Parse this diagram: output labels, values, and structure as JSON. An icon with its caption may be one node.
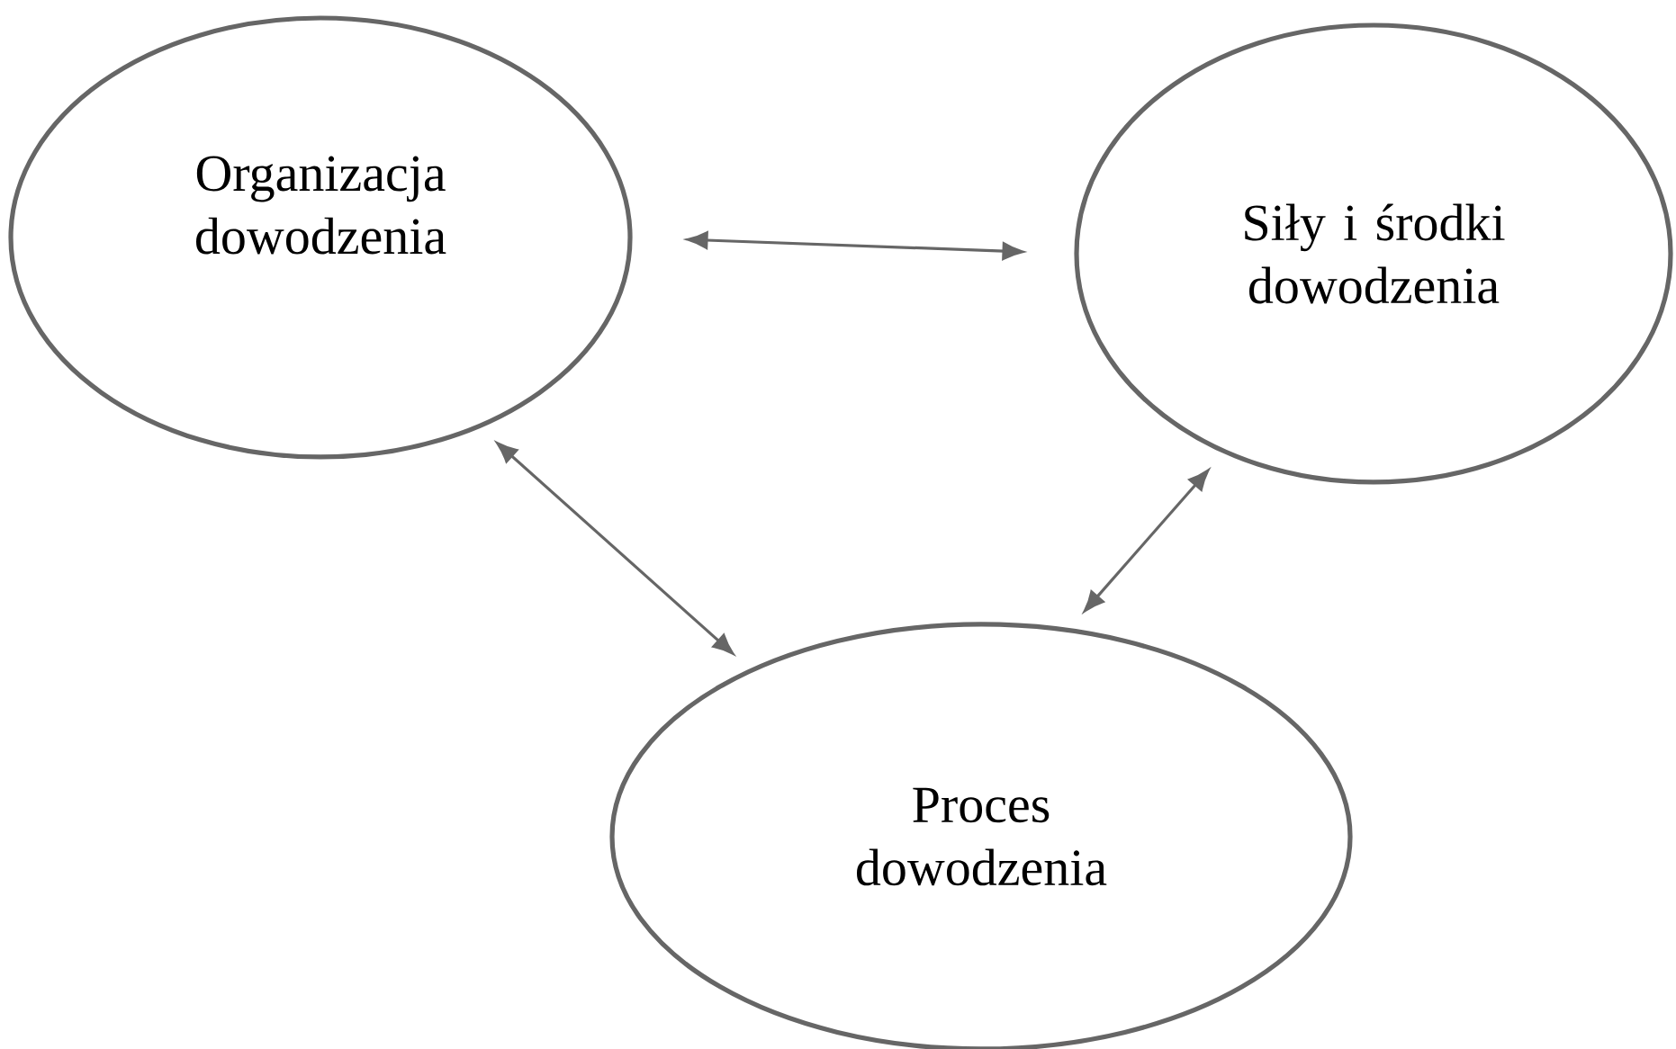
{
  "diagram": {
    "nodes": [
      {
        "text": [
          "Organizacja dowodzenia"
        ]
      },
      {
        "text": [
          "Siły i środki dowodzenia"
        ]
      },
      {
        "text": [
          "Proces dowodzenia"
        ]
      }
    ],
    "edges": [
      {
        "from": 0,
        "to": 1,
        "arrow": "both"
      },
      {
        "from": 0,
        "to": 2,
        "arrow": "both"
      },
      {
        "from": 1,
        "to": 2,
        "arrow": "both"
      }
    ]
  }
}
